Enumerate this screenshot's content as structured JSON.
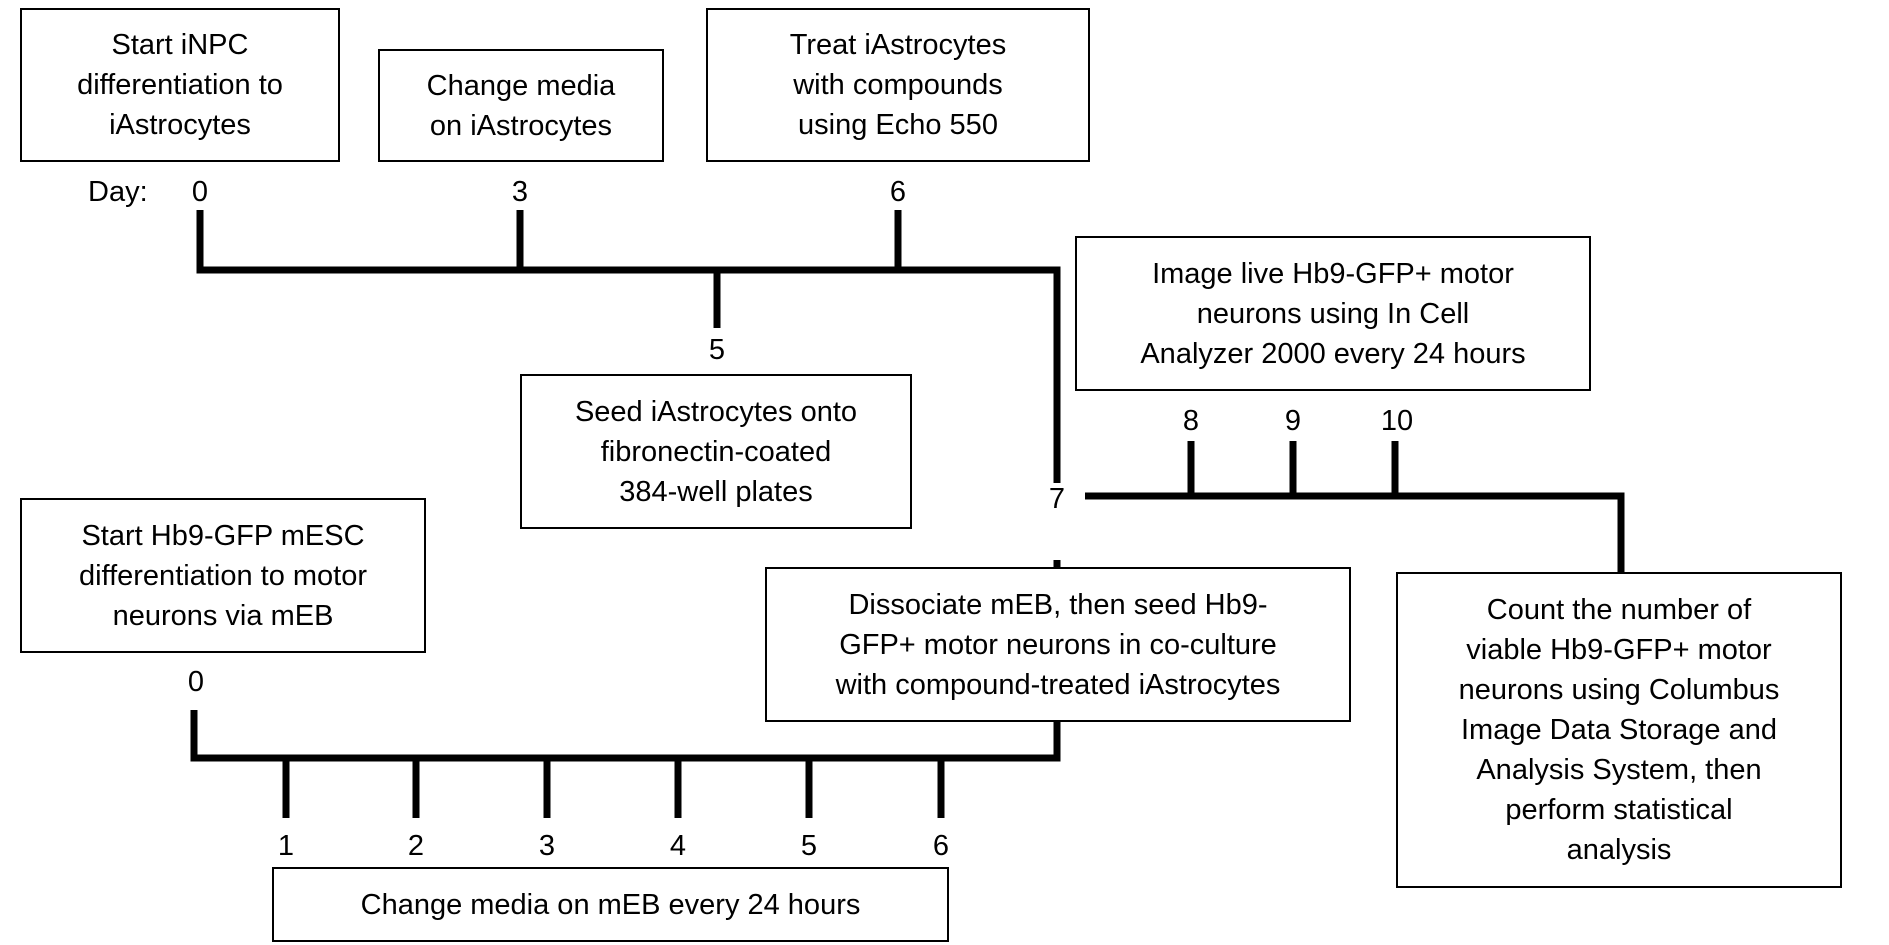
{
  "day_prefix": "Day:",
  "astro_timeline": {
    "day_labels": [
      "0",
      "3",
      "6",
      "5",
      "7"
    ],
    "boxes": [
      "Start iNPC\ndifferentiation to\niAstrocytes",
      "Change media\non iAstrocytes",
      "Treat iAstrocytes\nwith compounds\nusing Echo 550",
      "Seed iAstrocytes onto\nfibronectin-coated\n384-well plates"
    ]
  },
  "motor_timeline": {
    "day_labels": [
      "0",
      "1",
      "2",
      "3",
      "4",
      "5",
      "6"
    ],
    "boxes": [
      "Start Hb9-GFP mESC\ndifferentiation to motor\nneurons via mEB",
      "Change media on mEB every 24 hours",
      "Dissociate mEB, then seed Hb9-\nGFP+ motor neurons in co-culture\nwith compound-treated iAstrocytes"
    ]
  },
  "coculture_timeline": {
    "day_labels": [
      "8",
      "9",
      "10"
    ],
    "boxes": [
      "Image live Hb9-GFP+ motor\nneurons using In Cell\nAnalyzer 2000 every 24 hours",
      "Count the number of\nviable Hb9-GFP+ motor\nneurons using Columbus\nImage Data Storage and\nAnalysis System, then\nperform statistical\nanalysis"
    ]
  }
}
